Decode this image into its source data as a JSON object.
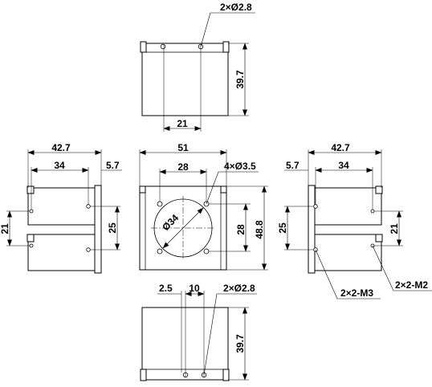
{
  "labels": {
    "top_holes": "2×Ø2.8",
    "top_height": "39.7",
    "top_width": "21",
    "left_overall": "42.7",
    "left_spacing": "34",
    "left_edge": "5.7",
    "left_vertical": "21",
    "left_vertical2": "25",
    "front_width": "51",
    "front_inner": "28",
    "front_holes": "4×Ø3.5",
    "front_circle": "Ø34",
    "front_inner_v": "28",
    "front_height": "48.8",
    "right_overall": "42.7",
    "right_edge": "5.7",
    "right_spacing": "34",
    "right_vertical": "25",
    "right_vertical2": "21",
    "right_m3": "2×2-M3",
    "right_m2": "2×2-M2",
    "bottom_a": "2.5",
    "bottom_b": "10",
    "bottom_holes": "2×Ø2.8",
    "bottom_height": "39.7"
  }
}
